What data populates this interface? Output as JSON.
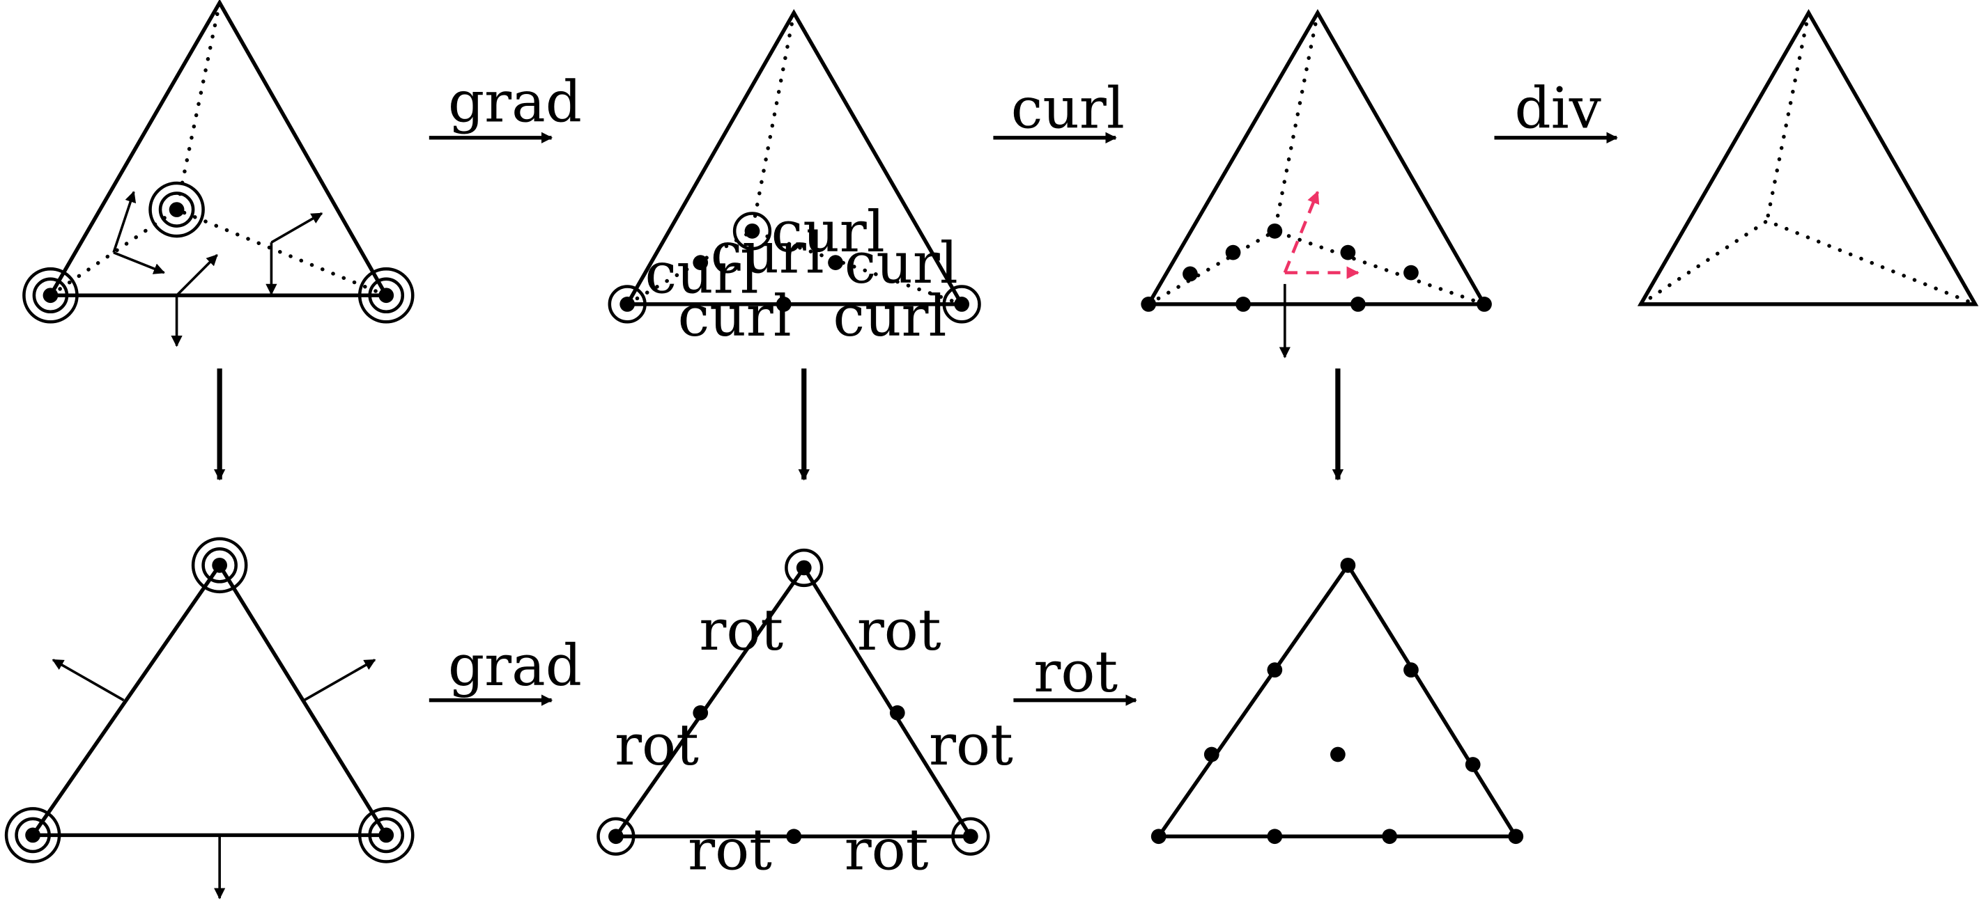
{
  "labels": {
    "grad": "grad",
    "curl": "curl",
    "div": "div",
    "rot": "rot"
  },
  "colors": {
    "stroke": "#000000",
    "accent": "#ee3366",
    "background": "#ffffff"
  }
}
